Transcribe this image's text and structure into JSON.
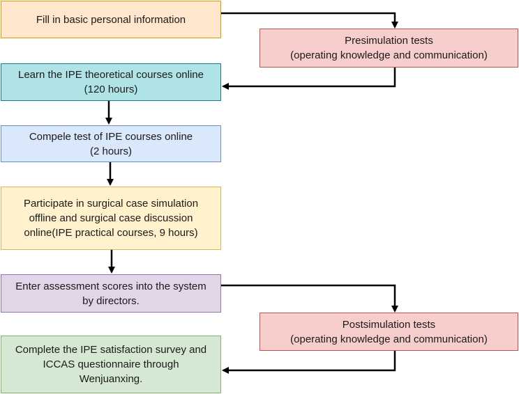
{
  "steps": {
    "fill_info": {
      "text": "Fill in basic personal information",
      "fill": "#ffe6cc",
      "stroke": "#d79b00"
    },
    "presim": {
      "text": "Presimulation tests\n(operating knowledge and communication)",
      "fill": "#f8cecc",
      "stroke": "#b85450"
    },
    "learn_ipe": {
      "text": "Learn the IPE theoretical courses online\n(120 hours)",
      "fill": "#b0e3e6",
      "stroke": "#0e8088"
    },
    "test_ipe": {
      "text": "Compele test of IPE courses online\n(2 hours)",
      "fill": "#dae8fc",
      "stroke": "#6c8ebf"
    },
    "simulation": {
      "text": "Participate in surgical case simulation\noffline and surgical case discussion\nonline(IPE practical courses, 9 hours)",
      "fill": "#fff2cc",
      "stroke": "#d6b656"
    },
    "scores": {
      "text": "Enter assessment scores into the system\nby directors.",
      "fill": "#e1d5e7",
      "stroke": "#9673a6"
    },
    "postsim": {
      "text": "Postsimulation tests\n(operating knowledge and communication)",
      "fill": "#f8cecc",
      "stroke": "#b85450"
    },
    "survey": {
      "text": "Complete the IPE satisfaction survey and\nICCAS questionnaire through\nWenjuanxing.",
      "fill": "#d5e8d4",
      "stroke": "#82b366"
    }
  },
  "arrow_color": "#000000"
}
